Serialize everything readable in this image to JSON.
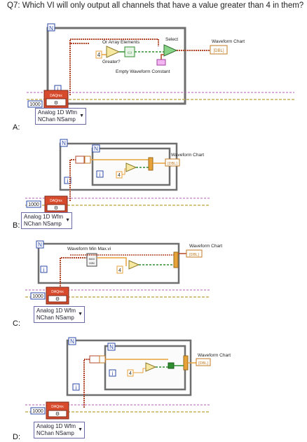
{
  "question": "Q7: Which VI will only output all channels that have a value greater than 4 in them?",
  "common": {
    "loop_n": "N",
    "loop_i": "i",
    "const_4": "4",
    "samples_const": "1000",
    "daqmx_read": "DAQmx",
    "polymorphic_line1": "Analog 1D Wfm",
    "polymorphic_line2": "NChan NSamp",
    "waveform_chart": "Waveform Chart",
    "chart_terminal": "[DBL]"
  },
  "options": [
    {
      "letter": "A:",
      "labels": {
        "or_array": "Or Array Elements",
        "select": "Select",
        "greater": "Greater?",
        "empty_wfm": "Empty Waveform Constant"
      }
    },
    {
      "letter": "B:"
    },
    {
      "letter": "C:",
      "labels": {
        "minmax": "Waveform Min Max.vi"
      }
    },
    {
      "letter": "D:"
    }
  ],
  "colors": {
    "waveform_wire": "#b3472c",
    "boolean_wire": "#2f8f2f",
    "numeric_wire": "#e8a23a",
    "error_wire": "#c6b25b",
    "task_wire": "#b55bb5",
    "loop_border": "#6f6f6f",
    "select_green": "#8ad48a"
  },
  "icons": [
    "for-loop-icon",
    "greater-than-icon",
    "or-array-icon",
    "select-icon",
    "daqmx-read-icon",
    "index-array-icon",
    "waveform-chart-icon"
  ]
}
